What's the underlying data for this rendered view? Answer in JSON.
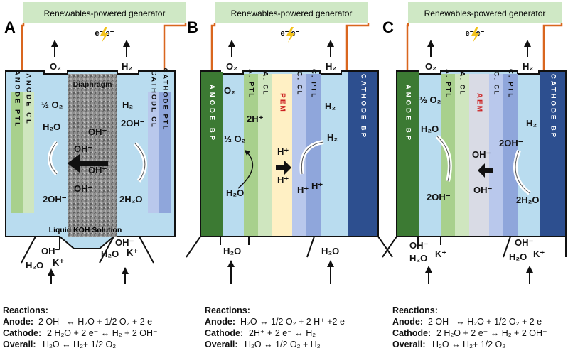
{
  "colors": {
    "generator": "#cfe8c5",
    "wire": "#d9661e",
    "electrolyte": "#b9dcef",
    "ptl_light": "#a8d08d",
    "cl_light": "#cfe6bf",
    "bp_green": "#3c7a33",
    "bp_blue": "#2d4f8f",
    "cath_ptl": "#8fa6db",
    "cath_cl": "#b9c8ec",
    "pem": "#fff0c4",
    "aem": "#d9dbe5",
    "membrane_red": "#cc2222"
  },
  "panels": [
    {
      "letter": "A",
      "generator": "Renewables-powered generator",
      "electrons": "e⁻  e⁻",
      "top_left_gas": "O₂",
      "top_right_gas": "H₂",
      "diaphragm": "Diaphragm",
      "solution": "Liquid KOH Solution",
      "anode_ptl": "ANODE PTL",
      "anode_cl": "ANODE CL",
      "cathode_cl": "CATHODE CL",
      "cathode_ptl": "CATHODE PTL",
      "half": "½ O₂",
      "h2o_left": "H₂O",
      "two_oh_left": "2OH⁻",
      "h2_right": "H₂",
      "two_oh_right": "2OH⁻",
      "two_h2o_right": "2H₂O",
      "oh_ions": [
        "OH⁻",
        "OH⁻",
        "OH⁻",
        "OH⁻"
      ],
      "bottom_left": [
        "OH⁻",
        "K⁺",
        "H₂O"
      ],
      "bottom_right": [
        "OH⁻",
        "K⁺",
        "H₂O"
      ],
      "reactions_title": "Reactions:",
      "anode_label": "Anode:",
      "anode_eq": "2 OH⁻ ↔ H₂O + 1/2 O₂ + 2 e⁻",
      "cathode_label": "Cathode:",
      "cathode_eq": "2 H₂O + 2 e⁻ ↔ H₂ + 2 OH⁻",
      "overall_label": "Overall:",
      "overall_eq": "H₂O ↔ H₂+ 1/2 O₂"
    },
    {
      "letter": "B",
      "generator": "Renewables-powered generator",
      "electrons": "e⁻  e⁻",
      "top_left_gas": "O₂",
      "top_right_gas": "H₂",
      "anode_bp": "ANODE BP",
      "anode_ptl": "A. PTL",
      "anode_cl": "A. CL",
      "membrane": "PEM",
      "cathode_cl": "C. CL",
      "cathode_ptl": "C. PTL",
      "cathode_bp": "CATHODE BP",
      "o2_inside": "O₂",
      "half": "½ O₂",
      "two_h": "2H⁺",
      "h2o": "H₂O",
      "h_ion1": "H⁺",
      "h_ion2": "H⁺",
      "h_ion3": "H⁺",
      "h_ion4": "H⁺",
      "h2_inside": "H₂",
      "h2_inside2": "H₂",
      "bottom_left": [
        "H₂O"
      ],
      "bottom_right": [
        "H₂O"
      ],
      "reactions_title": "Reactions:",
      "anode_label": "Anode:",
      "anode_eq": "H₂O ↔ 1/2 O₂ + 2 H⁺ +2 e⁻",
      "cathode_label": "Cathode:",
      "cathode_eq": "2H⁺ + 2 e⁻ ↔ H₂",
      "overall_label": "Overall:",
      "overall_eq": "H₂O ↔ 1/2 O₂ + H₂"
    },
    {
      "letter": "C",
      "generator": "Renewables-powered generator",
      "electrons": "e⁻  e⁻",
      "top_left_gas": "O₂",
      "top_right_gas": "H₂",
      "anode_bp": "ANODE BP",
      "anode_ptl": "A. PTL",
      "anode_cl": "A. CL",
      "membrane": "AEM",
      "cathode_cl": "C. CL",
      "cathode_ptl": "C. PTL",
      "cathode_bp": "CATHODE BP",
      "half": "½ O₂",
      "h2o_left": "H₂O",
      "two_oh": "2OH⁻",
      "oh1": "OH⁻",
      "oh2": "OH⁻",
      "two_oh_right": "2OH⁻",
      "h2": "H₂",
      "two_h2o": "2H₂O",
      "bottom_left": [
        "OH⁻",
        "K⁺",
        "H₂O"
      ],
      "bottom_right": [
        "OH⁻",
        "K⁺",
        "H₂O"
      ],
      "reactions_title": "Reactions:",
      "anode_label": "Anode:",
      "anode_eq": "2 OH⁻ ↔ H₂O + 1/2 O₂ + 2 e⁻",
      "cathode_label": "Cathode:",
      "cathode_eq": "2 H₂O + 2 e⁻ ↔ H₂ + 2 OH⁻",
      "overall_label": "Overall:",
      "overall_eq": "H₂O ↔ H₂+ 1/2 O₂"
    }
  ]
}
